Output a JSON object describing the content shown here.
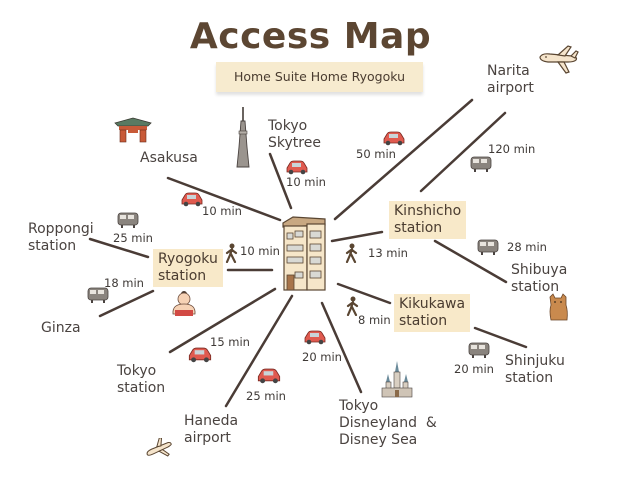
{
  "header": {
    "title": "Access Map",
    "subtitle": "Home Suite Home Ryogoku"
  },
  "colors": {
    "title": "#5c4632",
    "subtitle_bg": "#f7ebcf",
    "station_bg": "#f8e9c9",
    "line": "#4a3c36",
    "car": "#e05a4f",
    "train": "#7a746e"
  },
  "center": {
    "name": "Home Suite Home Ryogoku",
    "icon": "building-icon"
  },
  "destinations": {
    "narita": {
      "label_line1": "Narita",
      "label_line2": "airport",
      "icon": "airplane-icon"
    },
    "narita_car": {
      "time": "50 min",
      "mode": "car"
    },
    "narita_train": {
      "time": "120 min",
      "mode": "train"
    },
    "asakusa": {
      "label": "Asakusa",
      "time": "10 min",
      "mode": "car",
      "icon": "temple-gate-icon"
    },
    "skytree": {
      "label_line1": "Tokyo",
      "label_line2": "Skytree",
      "time": "10 min",
      "mode": "car",
      "icon": "skytree-icon"
    },
    "kinshicho": {
      "label_line1": "Kinshicho",
      "label_line2": "station",
      "time": "13 min",
      "mode": "walk"
    },
    "roppongi": {
      "label_line1": "Roppongi",
      "label_line2": "station",
      "time": "25 min",
      "mode": "train"
    },
    "ryogoku": {
      "label_line1": "Ryogoku",
      "label_line2": "station",
      "time": "10 min",
      "mode": "walk",
      "icon": "sumo-icon"
    },
    "ginza": {
      "label": "Ginza",
      "time": "18 min",
      "mode": "train"
    },
    "shibuya": {
      "label_line1": "Shibuya",
      "label_line2": "station",
      "time": "28 min",
      "mode": "train",
      "icon": "dog-icon"
    },
    "kikukawa": {
      "label_line1": "Kikukawa",
      "label_line2": "station",
      "time": "8 min",
      "mode": "walk"
    },
    "shinjuku": {
      "label_line1": "Shinjuku",
      "label_line2": "station",
      "time": "20 min",
      "mode": "train"
    },
    "tokyo_station": {
      "label_line1": "Tokyo",
      "label_line2": "station",
      "time": "15 min",
      "mode": "car"
    },
    "haneda": {
      "label_line1": "Haneda",
      "label_line2": "airport",
      "time": "25 min",
      "mode": "car",
      "icon": "airplane-icon"
    },
    "disney": {
      "label_line1": "Tokyo",
      "label_line2": "Disneyland  &",
      "label_line3": "Disney Sea",
      "time": "20 min",
      "mode": "car",
      "icon": "castle-icon"
    }
  }
}
